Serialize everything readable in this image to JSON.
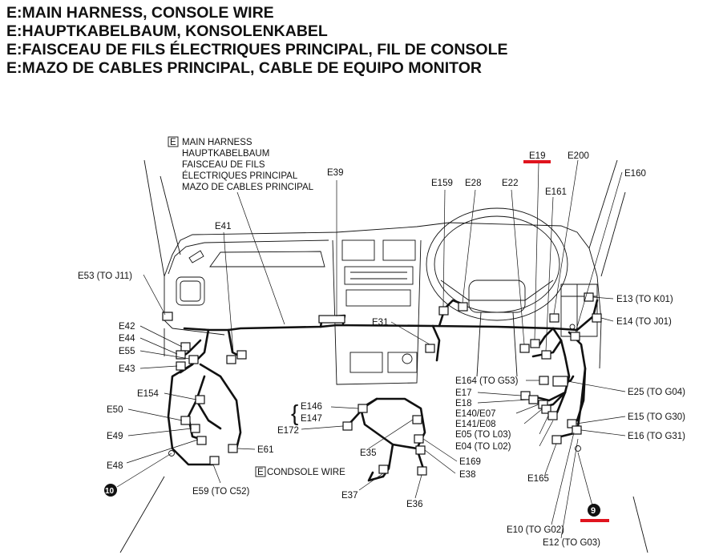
{
  "titles": [
    "E:MAIN HARNESS, CONSOLE WIRE",
    "E:HAUPTKABELBAUM, KONSOLENKABEL",
    "E:FAISCEAU DE FILS ÉLECTRIQUES PRINCIPAL, FIL DE CONSOLE",
    "E:MAZO DE CABLES PRINCIPAL, CABLE DE EQUIPO MONITOR"
  ],
  "main_harness": {
    "box_letter": "E",
    "lines": [
      "MAIN HARNESS",
      "HAUPTKABELBAUM",
      "FAISCEAU DE FILS",
      "ÉLECTRIQUES PRINCIPAL",
      "MAZO DE CABLES PRINCIPAL"
    ]
  },
  "console_wire": {
    "box_letter": "E",
    "text": "CONDSOLE WIRE"
  },
  "group_e146": {
    "brace": "{",
    "top": "E146",
    "bottom": "E147"
  },
  "labels": {
    "e19": "E19",
    "e200": "E200",
    "e160": "E160",
    "e161": "E161",
    "e22": "E22",
    "e28": "E28",
    "e159": "E159",
    "e39": "E39",
    "e41": "E41",
    "e53": "E53 (TO J11)",
    "e42": "E42",
    "e44": "E44",
    "e55": "E55",
    "e43": "E43",
    "e31": "E31",
    "e13": "E13 (TO K01)",
    "e14": "E14 (TO J01)",
    "e164": "E164 (TO G53)",
    "e17": "E17",
    "e18": "E18",
    "e140": "E140/E07",
    "e141": "E141/E08",
    "e05": "E05 (TO L03)",
    "e04": "E04 (TO L02)",
    "e25": "E25 (TO G04)",
    "e15": "E15 (TO G30)",
    "e16": "E16 (TO G31)",
    "e165": "E165",
    "e10": "E10 (TO G02)",
    "e12": "E12 (TO G03)",
    "e154": "E154",
    "e50": "E50",
    "e49": "E49",
    "e48": "E48",
    "e61": "E61",
    "e59": "E59 (TO C52)",
    "e172": "E172",
    "e35": "E35",
    "e169": "E169",
    "e38": "E38",
    "e37": "E37",
    "e36": "E36"
  },
  "ground_marks": {
    "g10": "10",
    "g9": "9"
  },
  "highlight_color": "#e0141e"
}
